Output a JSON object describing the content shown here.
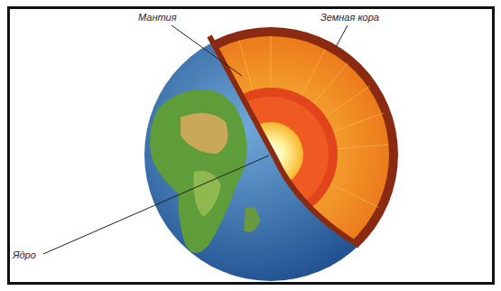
{
  "diagram": {
    "labels": [
      "Мантия",
      "Земная кора",
      "Ядро"
    ]
  }
}
